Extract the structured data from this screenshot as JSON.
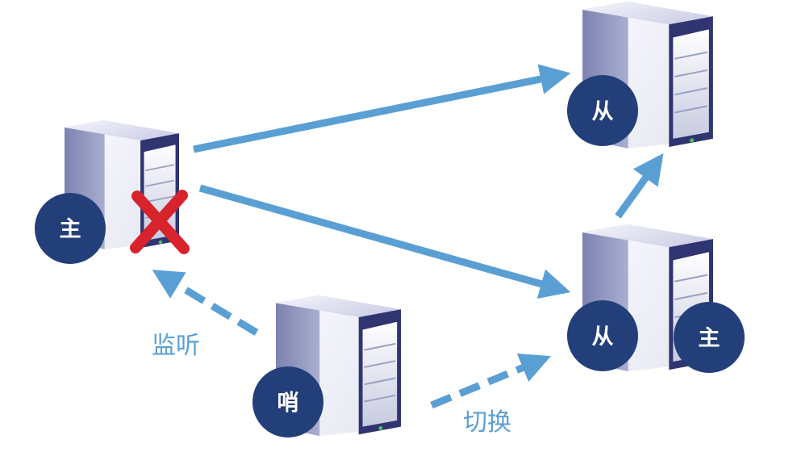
{
  "nodes": {
    "old_master": {
      "badge": "主",
      "failed": true
    },
    "slave_top": {
      "badge": "从"
    },
    "slave_bottom": {
      "badge": "从",
      "badge_promoted": "主"
    },
    "sentinel": {
      "badge": "哨"
    }
  },
  "edges": {
    "monitor_label": "监听",
    "failover_label": "切换"
  },
  "colors": {
    "arrow": "#5a9fd4",
    "badge_fill": "#233f7a",
    "fail_cross": "#d7232b",
    "server_body": "#b2b7d6"
  }
}
